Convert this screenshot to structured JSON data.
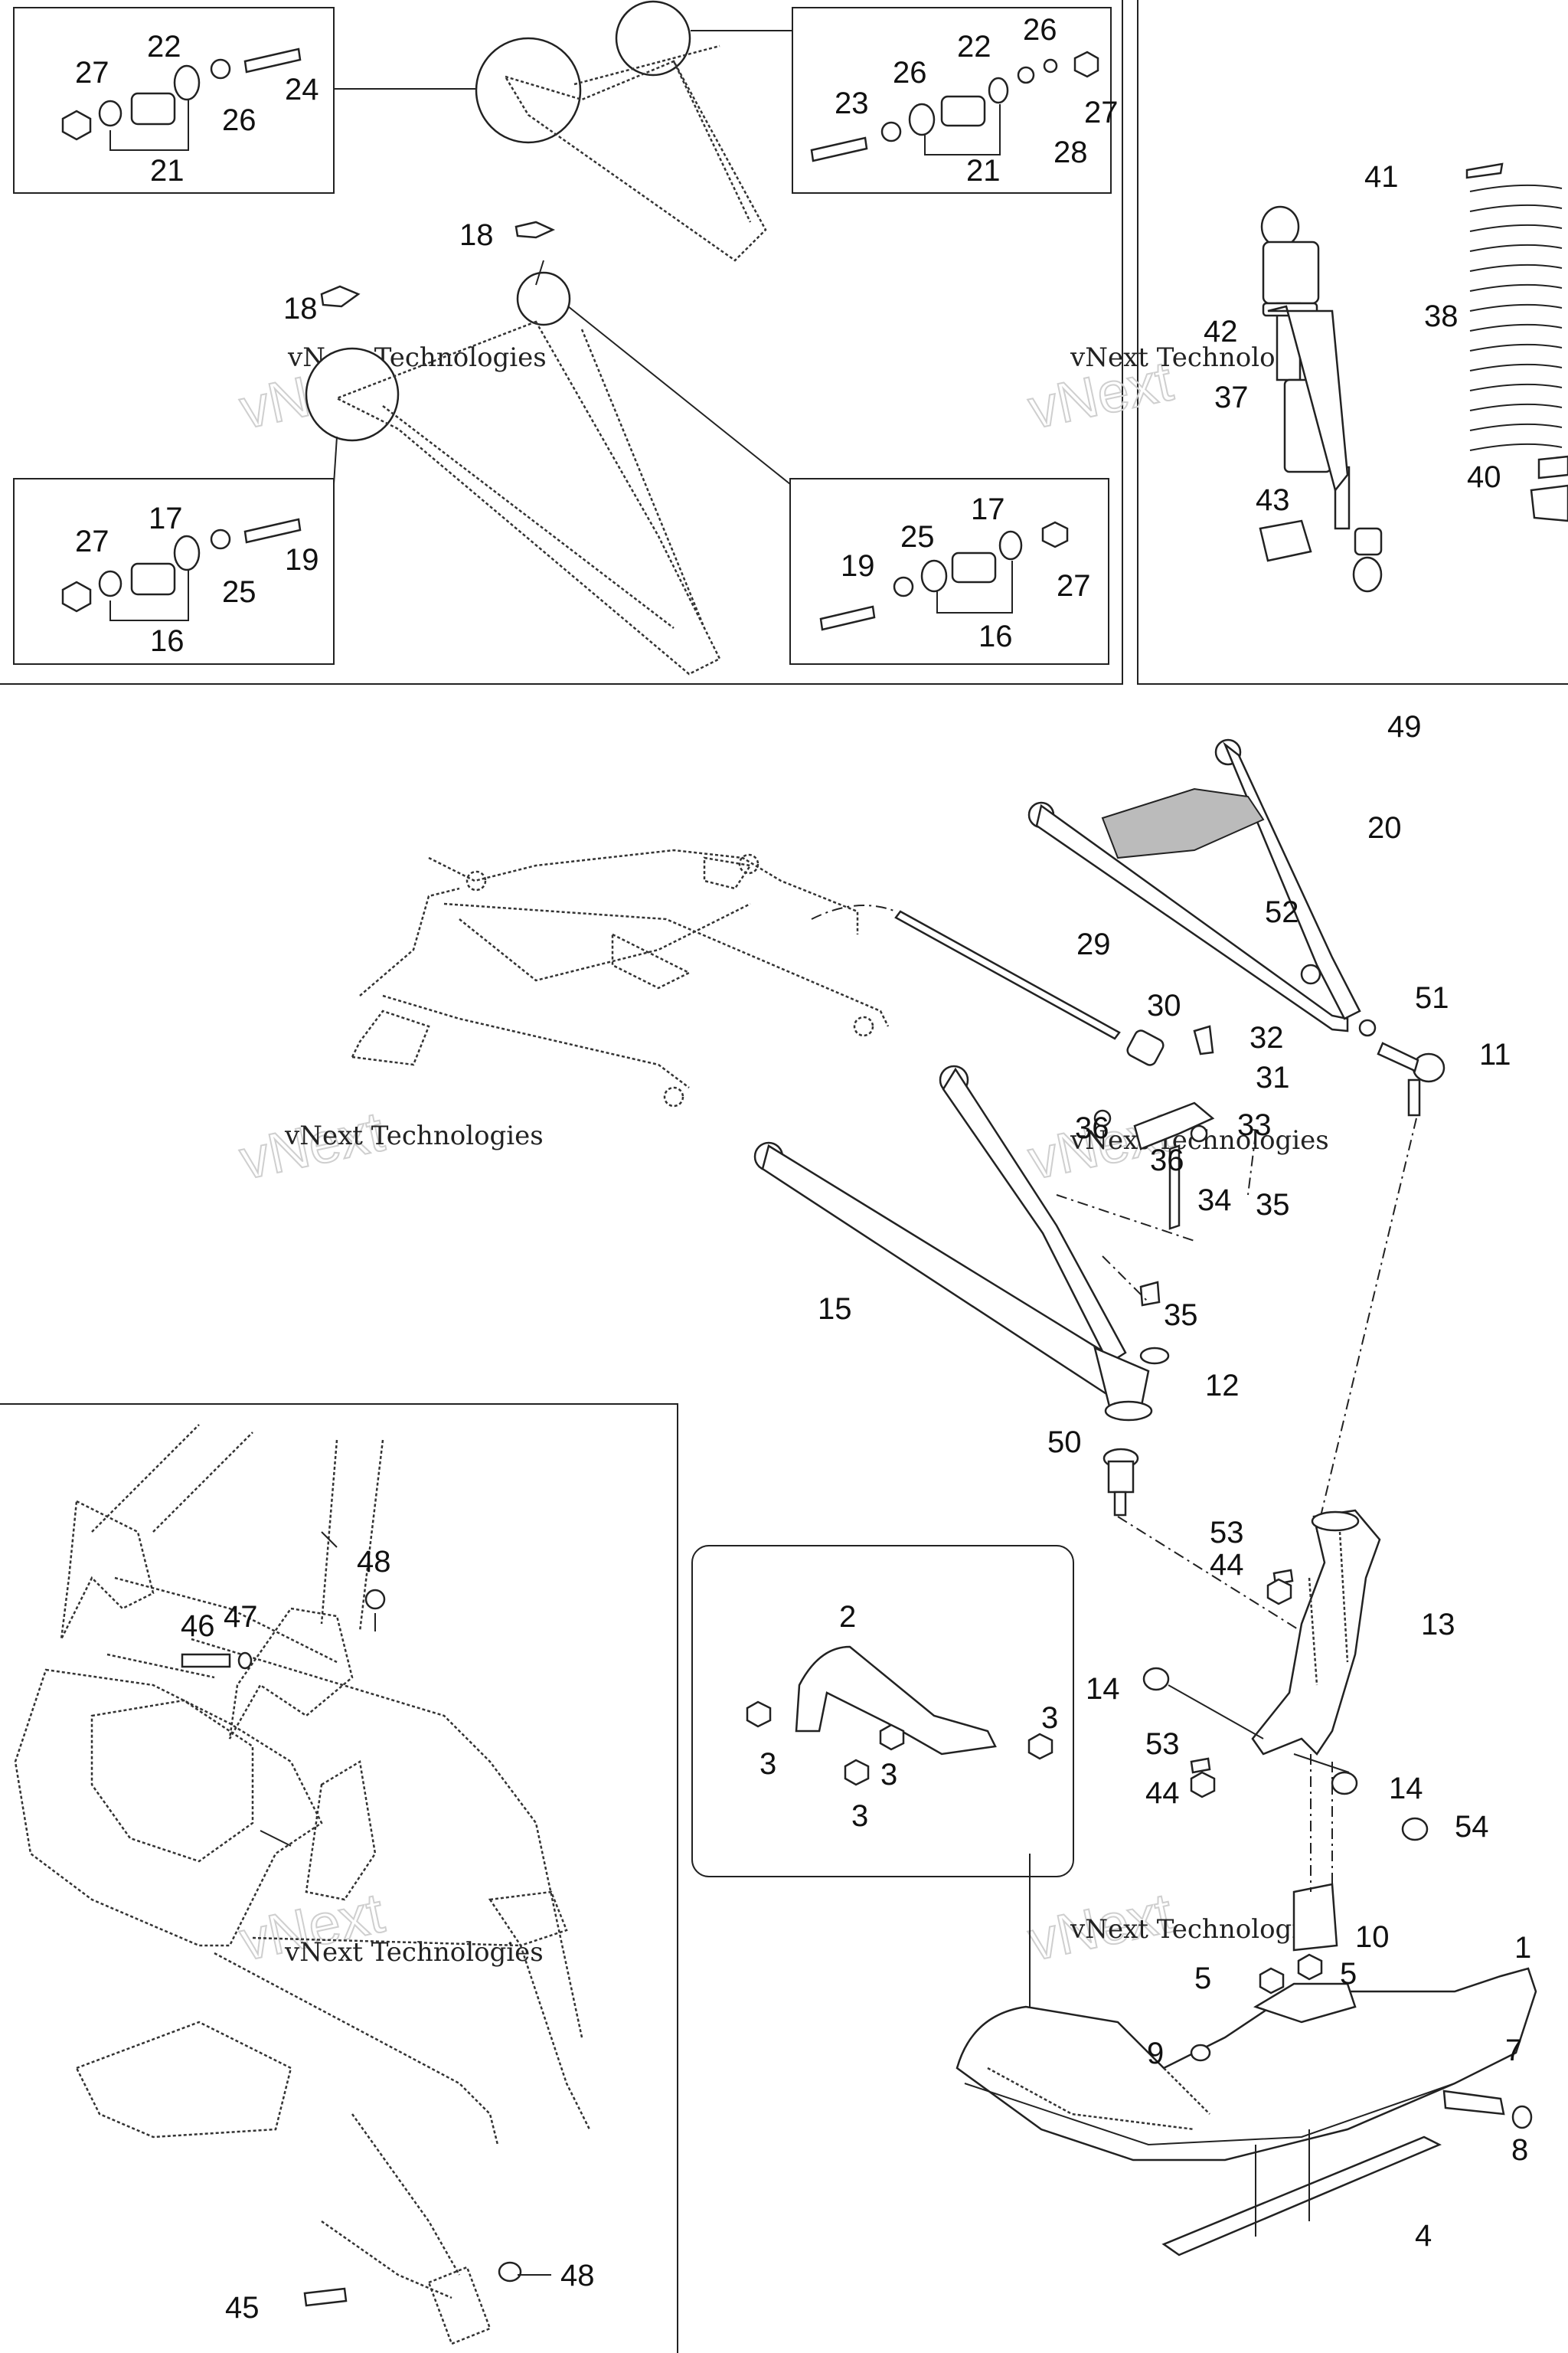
{
  "diagram": {
    "watermark": {
      "line1": "vNext Technologies",
      "line2": "vNext\nTechnologies"
    },
    "callouts": [
      "1",
      "2",
      "3",
      "4",
      "5",
      "7",
      "8",
      "9",
      "10",
      "11",
      "12",
      "13",
      "14",
      "15",
      "16",
      "17",
      "18",
      "19",
      "20",
      "21",
      "22",
      "23",
      "24",
      "25",
      "26",
      "27",
      "28",
      "29",
      "30",
      "31",
      "32",
      "33",
      "34",
      "35",
      "36",
      "37",
      "38",
      "40",
      "41",
      "42",
      "43",
      "44",
      "45",
      "46",
      "47",
      "48",
      "49",
      "50",
      "51",
      "52",
      "53",
      "54"
    ],
    "colors": {
      "ink": "#222222",
      "watermark": "#cfcfcf",
      "background": "#ffffff"
    }
  }
}
